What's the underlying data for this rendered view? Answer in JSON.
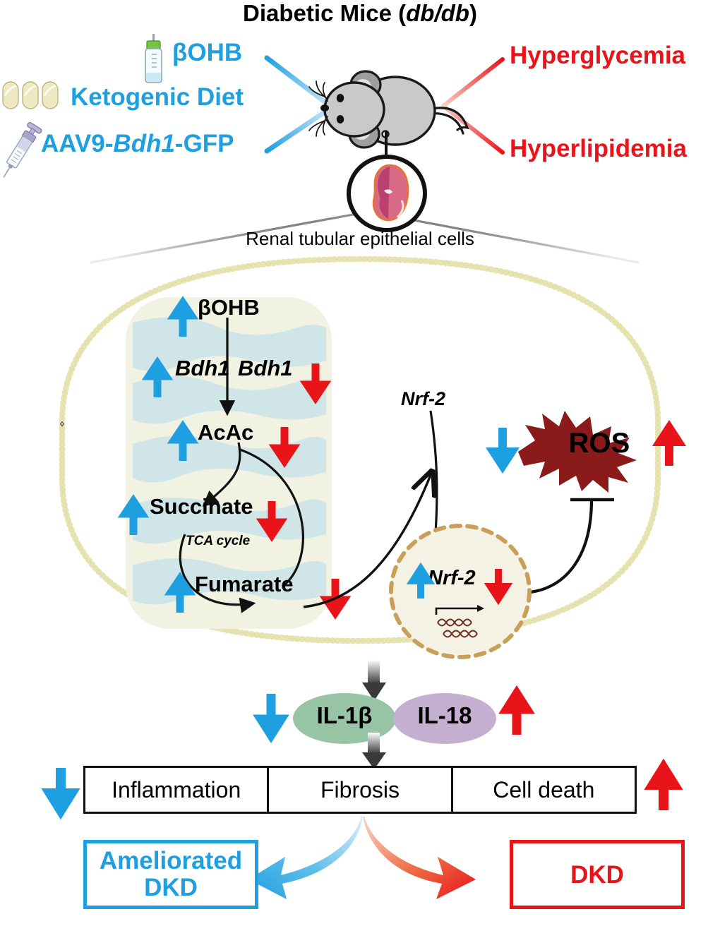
{
  "title": {
    "main": "Diabetic Mice (",
    "italic": "db/db",
    "close": ")"
  },
  "colors": {
    "blue": "#1E9FE0",
    "red": "#E8141A",
    "ros_fill": "#8B1A1A",
    "il1b_fill": "#97C4A4",
    "il18_fill": "#C4AFD0",
    "membrane_head": "#E5E3B0",
    "mito_body": "#F2F2E2",
    "mito_cristae": "#CFE5E8",
    "nucleus_fill": "#F4F2E4",
    "nucleus_border": "#C9A05A",
    "arrow_gray": "#4A4A4A"
  },
  "interventions": [
    {
      "label": "βOHB",
      "icon": "vaccine-bottle-icon"
    },
    {
      "label": "Ketogenic Diet",
      "icon": "capsules-icon"
    },
    {
      "label": "AAV9-",
      "label_italic": "Bdh1",
      "label_tail": "-GFP",
      "icon": "syringe-icon"
    }
  ],
  "phenotypes": [
    {
      "label": "Hyperglycemia"
    },
    {
      "label": "Hyperlipidemia"
    }
  ],
  "cell": {
    "caption": "Renal tubular epithelial cells"
  },
  "mitochondrion": {
    "metabolites": [
      {
        "label": "βOHB",
        "up": true,
        "down": false
      },
      {
        "label": "AcAc",
        "up": true,
        "down": true
      },
      {
        "label": "Succinate",
        "up": true,
        "down": true
      },
      {
        "label": "Fumarate",
        "up": true,
        "down": true
      }
    ],
    "enzyme_up": "Bdh1",
    "enzyme_down": "Bdh1",
    "cycle_label": "TCA cycle"
  },
  "nucleus": {
    "cytosolic_label": "Nrf-2",
    "nuclear_label": "Nrf-2"
  },
  "ros": {
    "label": "ROS"
  },
  "cytokines": [
    {
      "label": "IL-1β",
      "direction": "down"
    },
    {
      "label": "IL-18",
      "direction": "up"
    }
  ],
  "outcomes_row": {
    "items": [
      "Inflammation",
      "Fibrosis",
      "Cell death"
    ],
    "left_arrow": "down",
    "right_arrow": "up"
  },
  "final": {
    "left": {
      "line1": "Ameliorated",
      "line2": "DKD"
    },
    "right": {
      "line1": "DKD"
    }
  }
}
